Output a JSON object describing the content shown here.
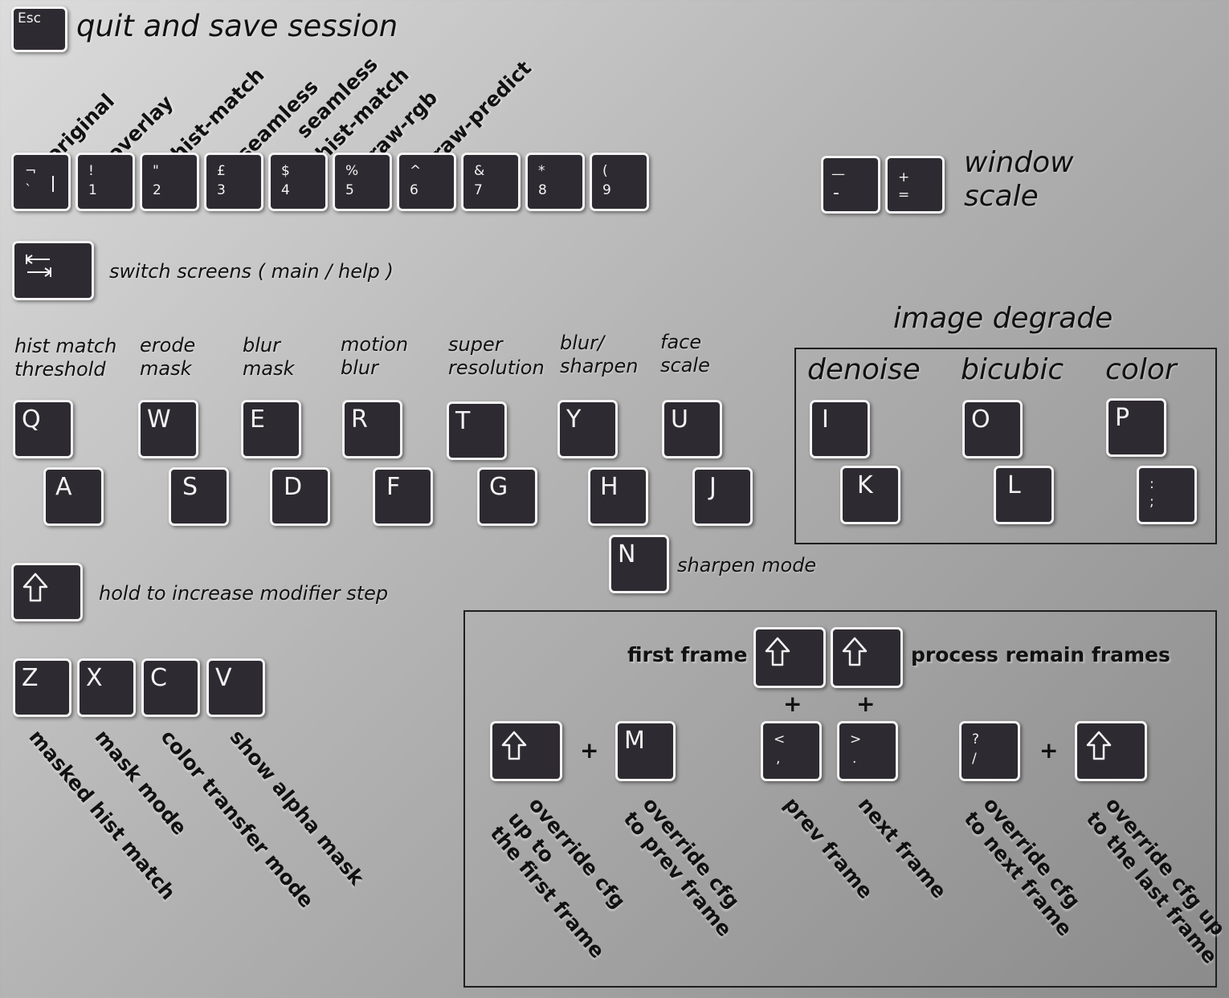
{
  "esc": {
    "key": "Esc",
    "label": "quit and save session"
  },
  "top_labels": [
    "original",
    "overlay",
    "hist-match",
    "seamless",
    "seamless",
    "hist-match",
    "raw-rgb",
    "raw-predict"
  ],
  "number_keys": [
    {
      "top": "¬",
      "bottom": "`"
    },
    {
      "top": "!",
      "bottom": "1"
    },
    {
      "top": "\"",
      "bottom": "2"
    },
    {
      "top": "£",
      "bottom": "3"
    },
    {
      "top": "$",
      "bottom": "4"
    },
    {
      "top": "%",
      "bottom": "5"
    },
    {
      "top": "^",
      "bottom": "6"
    },
    {
      "top": "&",
      "bottom": "7"
    },
    {
      "top": "*",
      "bottom": "8"
    },
    {
      "top": "(",
      "bottom": "9"
    }
  ],
  "window_scale": {
    "minus_top": "—",
    "minus_bottom": "-",
    "plus_top": "+",
    "plus_bottom": "=",
    "label_1": "window",
    "label_2": "scale"
  },
  "tab": {
    "label": "switch screens ( main / help )"
  },
  "modifier_labels": [
    {
      "l1": "hist match",
      "l2": "threshold"
    },
    {
      "l1": "erode",
      "l2": "mask"
    },
    {
      "l1": "blur",
      "l2": "mask"
    },
    {
      "l1": "motion",
      "l2": "blur"
    },
    {
      "l1": "super",
      "l2": "resolution"
    },
    {
      "l1": "blur/",
      "l2": "sharpen"
    },
    {
      "l1": "face",
      "l2": "scale"
    }
  ],
  "top_row": [
    "Q",
    "W",
    "E",
    "R",
    "T",
    "Y",
    "U"
  ],
  "bottom_row": [
    "A",
    "S",
    "D",
    "F",
    "G",
    "H",
    "J"
  ],
  "n_key": {
    "key": "N",
    "label": "sharpen mode"
  },
  "degrade": {
    "title": "image degrade",
    "labels": [
      "denoise",
      "bicubic",
      "color"
    ],
    "top": [
      "I",
      "O",
      "P"
    ],
    "bottom_keys": [
      "K",
      "L"
    ],
    "semicolon_top": ":",
    "semicolon_bottom": ";"
  },
  "shift": {
    "label": "hold to increase modifier step"
  },
  "zxcv": {
    "keys": [
      "Z",
      "X",
      "C",
      "V"
    ],
    "labels": [
      "masked hist match",
      "mask mode",
      "color transfer mode",
      "show alpha mask"
    ]
  },
  "frames": {
    "first_frame": "first frame",
    "process_remain": "process remain frames",
    "plus": "+",
    "m_key": "M",
    "prev_top": "<",
    "prev_bottom": ",",
    "next_top": ">",
    "next_bottom": ".",
    "slash_top": "?",
    "slash_bottom": "/",
    "labels": [
      {
        "l1": "override cfg",
        "l2": "up to",
        "l3": "the first frame"
      },
      {
        "l1": "override cfg",
        "l2": "to prev frame"
      },
      {
        "l1": "prev frame"
      },
      {
        "l1": "next frame"
      },
      {
        "l1": "override cfg",
        "l2": "to next frame"
      },
      {
        "l1": "override cfg up",
        "l2": "to the last frame"
      }
    ]
  },
  "icons": {
    "shift": "shift-arrow-icon",
    "tab": "tab-arrows-icon"
  }
}
